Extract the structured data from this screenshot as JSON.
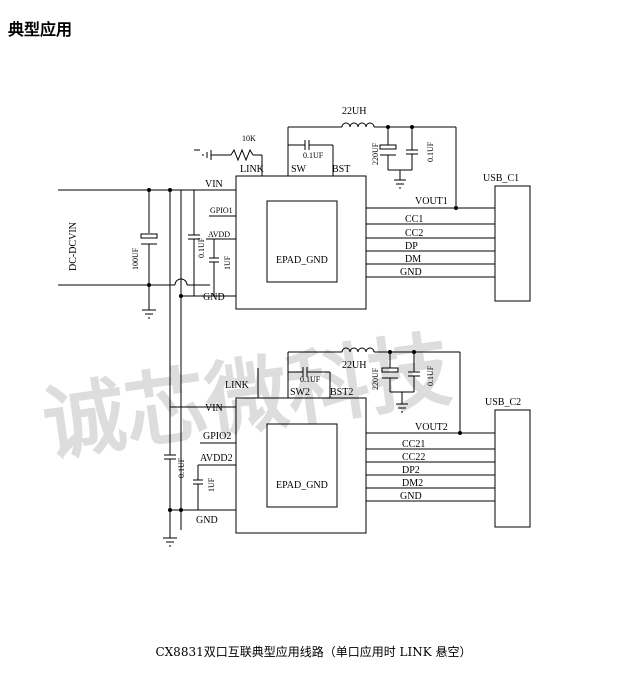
{
  "heading": "典型应用",
  "caption": "CX8831双口互联典型应用线路（单口应用时 LINK 悬空）",
  "watermark": "诚芯微科技",
  "input_label": "DC-DCVIN",
  "input_cap": "100UF",
  "resistor": "10K",
  "ic1": {
    "epad": "EPAD_GND",
    "pins": {
      "link": "LINK",
      "sw": "SW",
      "bst": "BST",
      "vin": "VIN",
      "gpio": "GPIO1",
      "avdd": "AVDD",
      "gnd": "GND"
    },
    "inductor": "22UH",
    "bst_cap": "0.1UF",
    "out_cap1": "220UF",
    "out_cap2": "0.1UF",
    "vin_cap": "0.1UF",
    "avdd_cap": "1UF",
    "vout": "VOUT1"
  },
  "ic2": {
    "epad": "EPAD_GND",
    "pins": {
      "link": "LINK",
      "sw": "SW2",
      "bst": "BST2",
      "vin": "VIN",
      "gpio": "GPIO2",
      "avdd": "AVDD2",
      "gnd": "GND"
    },
    "inductor": "22UH",
    "bst_cap": "0.1UF",
    "out_cap1": "220UF",
    "out_cap2": "0.1UF",
    "vin_cap": "0.1UF",
    "avdd_cap": "1UF",
    "vout": "VOUT2"
  },
  "usb1": {
    "name": "USB_C1",
    "signals": [
      "CC1",
      "CC2",
      "DP",
      "DM",
      "GND"
    ]
  },
  "usb2": {
    "name": "USB_C2",
    "signals": [
      "CC21",
      "CC22",
      "DP2",
      "DM2",
      "GND"
    ]
  }
}
